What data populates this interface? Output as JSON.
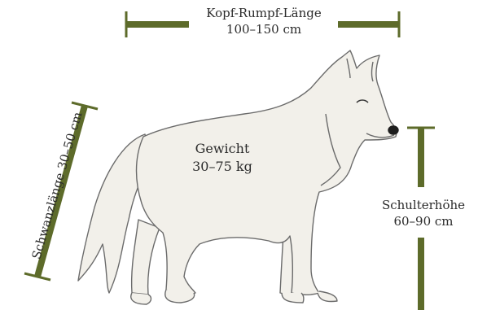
{
  "colors": {
    "measure_bar": "#5d6b2a",
    "wolf_fill": "#f2f0ea",
    "wolf_outline": "#6b6b6b",
    "text": "#2b2b2b"
  },
  "measurements": {
    "head_body_length": {
      "label": "Kopf-Rumpf-Länge",
      "value": "100–150 cm"
    },
    "weight": {
      "label": "Gewicht",
      "value": "30–75 kg"
    },
    "shoulder_height": {
      "label": "Schulterhöhe",
      "value": "60–90 cm"
    },
    "tail_length": {
      "label": "Schwanzlänge",
      "value": "30–50 cm"
    }
  }
}
